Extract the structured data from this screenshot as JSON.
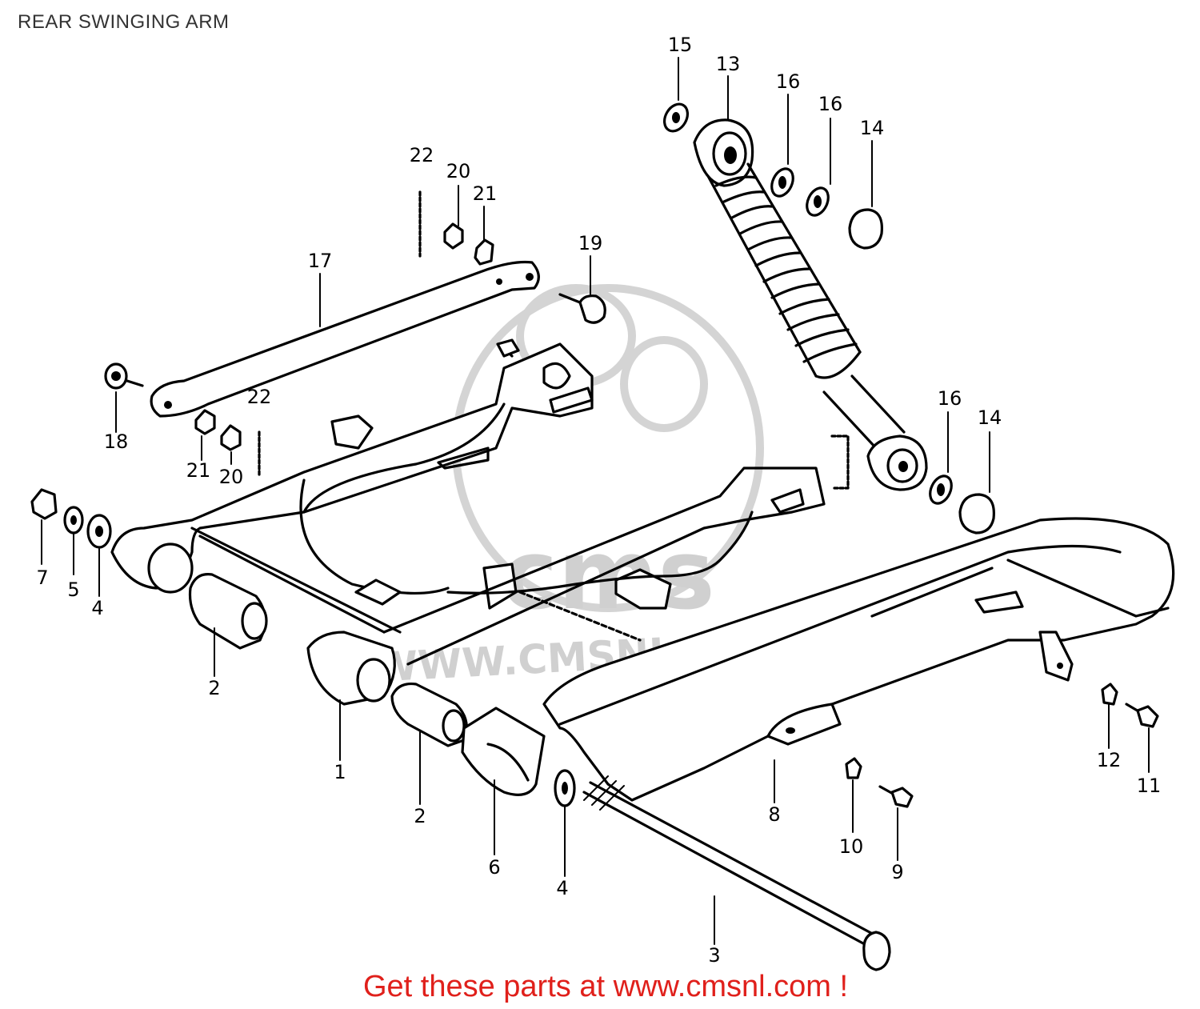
{
  "page": {
    "title": "REAR SWINGING ARM",
    "promo_text": "Get these parts at www.cmsnl.com !"
  },
  "watermark": {
    "brand": "cms",
    "url": "WWW.CMSNL.COM"
  },
  "colors": {
    "title": "#333333",
    "promo": "#e0201b",
    "line": "#000000",
    "watermark": "#d4d4d4"
  },
  "callouts": [
    {
      "id": "c15",
      "label": "15"
    },
    {
      "id": "c13",
      "label": "13"
    },
    {
      "id": "c16a",
      "label": "16"
    },
    {
      "id": "c16b",
      "label": "16"
    },
    {
      "id": "c14a",
      "label": "14"
    },
    {
      "id": "c22a",
      "label": "22"
    },
    {
      "id": "c20a",
      "label": "20"
    },
    {
      "id": "c21a",
      "label": "21"
    },
    {
      "id": "c19",
      "label": "19"
    },
    {
      "id": "c17",
      "label": "17"
    },
    {
      "id": "c18",
      "label": "18"
    },
    {
      "id": "c22b",
      "label": "22"
    },
    {
      "id": "c21b",
      "label": "21"
    },
    {
      "id": "c20b",
      "label": "20"
    },
    {
      "id": "c16c",
      "label": "16"
    },
    {
      "id": "c14b",
      "label": "14"
    },
    {
      "id": "c7",
      "label": "7"
    },
    {
      "id": "c5",
      "label": "5"
    },
    {
      "id": "c4a",
      "label": "4"
    },
    {
      "id": "c2a",
      "label": "2"
    },
    {
      "id": "c1",
      "label": "1"
    },
    {
      "id": "c2b",
      "label": "2"
    },
    {
      "id": "c6",
      "label": "6"
    },
    {
      "id": "c4b",
      "label": "4"
    },
    {
      "id": "c3",
      "label": "3"
    },
    {
      "id": "c8",
      "label": "8"
    },
    {
      "id": "c10",
      "label": "10"
    },
    {
      "id": "c9",
      "label": "9"
    },
    {
      "id": "c12",
      "label": "12"
    },
    {
      "id": "c11",
      "label": "11"
    }
  ]
}
